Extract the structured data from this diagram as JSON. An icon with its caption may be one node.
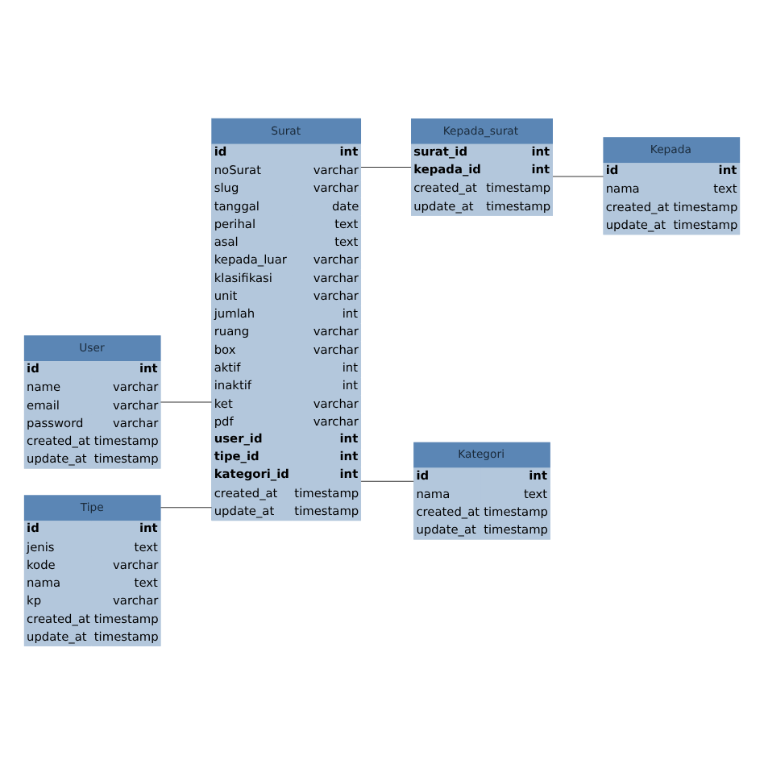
{
  "diagram": {
    "nodes": [
      {
        "text": [
          "User",
          "id",
          "int",
          "name",
          "varchar",
          "email",
          "varchar",
          "password",
          "varchar",
          "created_at",
          "timestamp",
          "update_at",
          "timestamp"
        ]
      },
      {
        "text": [
          "Tipe",
          "id",
          "int",
          "jenis",
          "text",
          "kode",
          "varchar",
          "nama",
          "text",
          "kp",
          "varchar",
          "created_at",
          "timestamp",
          "update_at",
          "timestamp"
        ]
      },
      {
        "text": [
          "Surat",
          "id",
          "int",
          "noSurat",
          "varchar",
          "slug",
          "varchar",
          "tanggal",
          "date",
          "perihal",
          "text",
          "asal",
          "text",
          "kepada_luar",
          "varchar",
          "klasifikasi",
          "varchar",
          "unit",
          "varchar",
          "jumlah",
          "int",
          "ruang",
          "varchar",
          "box",
          "varchar",
          "aktif",
          "int",
          "inaktif",
          "int",
          "ket",
          "varchar",
          "pdf",
          "varchar",
          "user_id",
          "int",
          "tipe_id",
          "int",
          "kategori_id",
          "int",
          "created_at",
          "timestamp",
          "update_at",
          "timestamp"
        ]
      },
      {
        "text": [
          "Kepada_surat",
          "surat_id",
          "int",
          "kepada_id",
          "int",
          "created_at",
          "timestamp",
          "update_at",
          "timestamp"
        ]
      },
      {
        "text": [
          "Kepada",
          "id",
          "int",
          "nama",
          "text",
          "created_at",
          "timestamp",
          "update_at",
          "timestamp"
        ]
      },
      {
        "text": [
          "Kategori",
          "id",
          "int",
          "nama",
          "text",
          "created_at",
          "timestamp",
          "update_at",
          "timestamp"
        ]
      }
    ],
    "edges": [
      {
        "from": 0,
        "to": 2,
        "arrow": "none"
      },
      {
        "from": 1,
        "to": 2,
        "arrow": "none"
      },
      {
        "from": 2,
        "to": 3,
        "arrow": "none"
      },
      {
        "from": 3,
        "to": 4,
        "arrow": "none"
      },
      {
        "from": 2,
        "to": 5,
        "arrow": "none"
      }
    ]
  }
}
